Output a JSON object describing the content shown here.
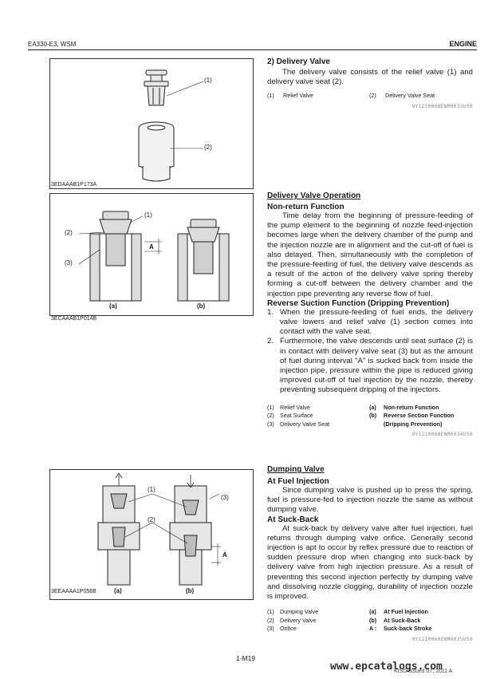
{
  "header": {
    "left": "EA330-E3, WSM",
    "right": "ENGINE"
  },
  "delivery_valve": {
    "title": "2) Delivery Valve",
    "text": "The delivery valve consists of the relief valve (1) and delivery valve seat (2).",
    "legend": [
      {
        "num": "(1)",
        "label": "Relief Valve"
      },
      {
        "num": "(2)",
        "label": "Delivery Valve Seat"
      }
    ],
    "code": "9Y1210068ENM0033US0",
    "fig_code": "3EDAAAB1P173A",
    "callouts": [
      "(1)",
      "(2)"
    ]
  },
  "operation": {
    "title": "Delivery Valve Operation",
    "subtitle1": "Non-return Function",
    "text1": "Time delay from the beginning of pressure-feeding of the pump element to the beginning of nozzle feed-injection becomes large when the delivery chamber of the pump and the injection nozzle are in alignment and the cut-off of fuel is also delayed. Then, simultaneously with the completion of the pressure-feeding of fuel, the delivery valve descends as a result of the action of the delivery valve spring thereby forming a cut-off between the delivery chamber and the injection pipe preventing any reverse flow of fuel.",
    "subtitle2": "Reverse Suction Function (Dripping Prevention)",
    "steps": [
      {
        "num": "1.",
        "text": "When the pressure-feeding of fuel ends, the delivery valve lowers and relief valve (1) section comes into contact with the valve seat."
      },
      {
        "num": "2.",
        "text": "Furthermore, the valve descends until seat surface (2) is in contact with delivery valve seat (3) but as the amount of fuel during interval \"A\" is sucked back from inside the injection pipe, pressure within the pipe is reduced giving improved cut-off of fuel injection by the nozzle, thereby preventing subsequent dripping of the injectors."
      }
    ],
    "legend_left": [
      {
        "num": "(1)",
        "label": "Relief Valve"
      },
      {
        "num": "(2)",
        "label": "Seat Surface"
      },
      {
        "num": "(3)",
        "label": "Delivery Valve Seat"
      }
    ],
    "legend_right": [
      {
        "num": "(a)",
        "label": "Non-return Function"
      },
      {
        "num": "(b)",
        "label": "Reverse Section Function"
      },
      {
        "num": "",
        "label": "(Dripping Prevention)"
      }
    ],
    "code": "9Y1210068ENM0034US0",
    "fig_code": "3ECAAAB1P014B",
    "callouts": [
      "(1)",
      "(2)",
      "(3)",
      "A",
      "(a)",
      "(b)"
    ]
  },
  "dumping": {
    "title": "Dumping Valve",
    "subtitle1": "At Fuel Injection",
    "text1": "Since dumping valve is pushed up to press the spring, fuel is pressure-fed to injection nozzle the same as without dumping valve.",
    "subtitle2": "At Suck-Back",
    "text2": "At suck-back by delivery valve after fuel injection, fuel returns through dumping valve orifice. Generally second injection is apt to occur by reflex pressure due to reaction of sudden pressure drop when changing into suck-back by delivery valve from high injection pressure. As a result of preventing this second injection perfectly by dumping valve and dissolving nozzle clogging, durability of injection nozzle is improved.",
    "legend_left": [
      {
        "num": "(1)",
        "label": "Dumping Valve"
      },
      {
        "num": "(2)",
        "label": "Delivery Valve"
      },
      {
        "num": "(3)",
        "label": "Orifice"
      }
    ],
    "legend_right": [
      {
        "num": "(a)",
        "label": "At Fuel Injection"
      },
      {
        "num": "(b)",
        "label": "At Suck-Back"
      },
      {
        "num": "A :",
        "label": "Suck-back Stroke"
      }
    ],
    "code": "9Y1210060ENM0035US0",
    "fig_code": "3EEAAAA1P056B",
    "callouts": [
      "(1)",
      "(2)",
      "(3)",
      "A",
      "(a)",
      "(b)"
    ]
  },
  "footer": {
    "page": "1-M19",
    "url": "www.epcatalogs.com",
    "issued": "KISC issued 07, 2011 A"
  }
}
